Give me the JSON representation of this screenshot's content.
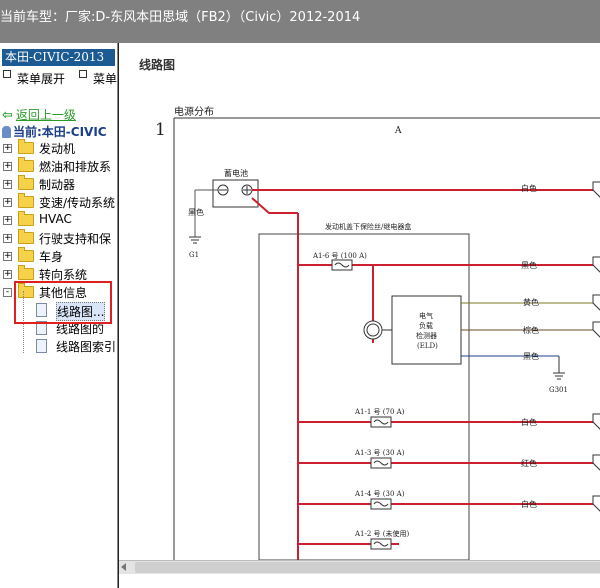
{
  "titlebar": {
    "label": "当前车型：",
    "model": "厂家:D-东风本田思域（FB2）（Civic）2012-2014"
  },
  "sidebar": {
    "header": "本田-CIVIC-2013",
    "menu": [
      "菜单展开",
      "菜单"
    ],
    "back_link": "返回上一级",
    "current": "当前:本田-CIVIC",
    "tree": [
      {
        "label": "发动机",
        "toggle": "+"
      },
      {
        "label": "燃油和排放系",
        "toggle": "+"
      },
      {
        "label": "制动器",
        "toggle": "+"
      },
      {
        "label": "变速/传动系统",
        "toggle": "+"
      },
      {
        "label": "HVAC",
        "toggle": "+"
      },
      {
        "label": "行驶支持和保",
        "toggle": "+"
      },
      {
        "label": "车身",
        "toggle": "+"
      },
      {
        "label": "转向系统",
        "toggle": "+"
      },
      {
        "label": "其他信息",
        "toggle": "-"
      }
    ],
    "docs": [
      "线路图...",
      "线路图的",
      "线路图索引"
    ]
  },
  "main": {
    "title": "线路图",
    "diagram": {
      "section_title": "电源分布",
      "page_number": "1",
      "column_label": "A",
      "battery_label": "蓄电池",
      "ground_wire_color": "黑色",
      "ground_g1": "G1",
      "fuse_box_title": "发动机盖下保险丝/继电器盒",
      "eld_label_1": "电气",
      "eld_label_2": "负载",
      "eld_label_3": "检测器",
      "eld_label_4": "(ELD)",
      "ground_g301": "G301",
      "fuses": [
        {
          "label": "A1-6 号 (100 A)",
          "wire": "黑色"
        },
        {
          "label": "A1-1 号 (70 A)",
          "wire": "白色"
        },
        {
          "label": "A1-3 号 (30 A)",
          "wire": "红色"
        },
        {
          "label": "A1-4 号 (30 A)",
          "wire": "白色"
        },
        {
          "label": "A1-2 号 (未使用)",
          "wire": ""
        }
      ],
      "wires_top": "白色",
      "eld_wires": [
        "黄色",
        "棕色",
        "黑色"
      ]
    }
  },
  "colors": {
    "titlebar_bg": "#808080",
    "sidebar_header_bg": "#1b5a93",
    "wire_red": "#cc1f2f",
    "highlight_box": "#e02020"
  }
}
